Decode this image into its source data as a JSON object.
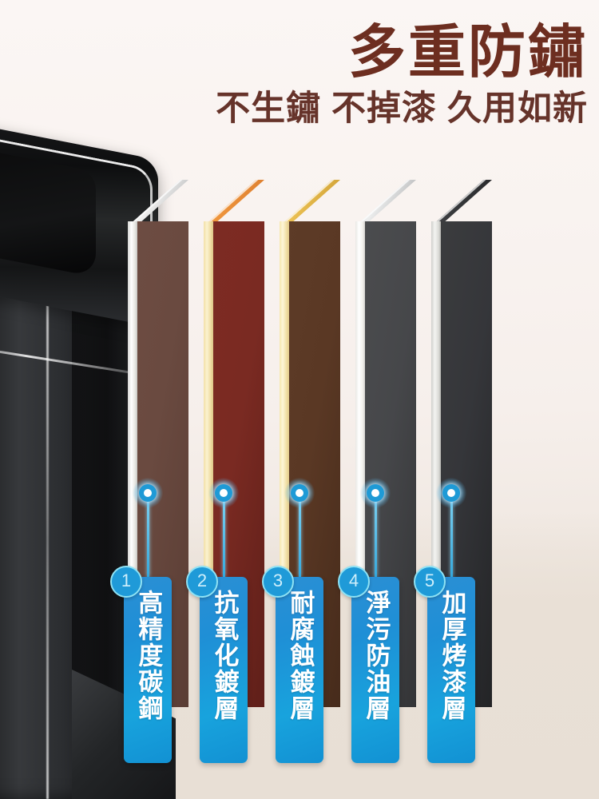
{
  "poster": {
    "title": "多重防鏽",
    "subtitle": "不生鏽 不掉漆 久用如新",
    "title_color": "#6d2e20",
    "subtitle_color": "#66332a",
    "background_color": "#f9f3f0",
    "accent_color": "#1f9ad8"
  },
  "product": {
    "name": "black-square-trash-bin",
    "body_color": "#2b2d30",
    "trim_color": "#cfd2d4"
  },
  "layers": [
    {
      "number": "1",
      "label": "高精度碳鋼",
      "face_color": "#6a4a40",
      "edge_color": "#ffffff",
      "top_color": "#c9cacb"
    },
    {
      "number": "2",
      "label": "抗氧化鍍層",
      "face_color": "#7a2a22",
      "edge_color": "#f3e0a8",
      "top_color": "#e8802e"
    },
    {
      "number": "3",
      "label": "耐腐蝕鍍層",
      "face_color": "#5a3824",
      "edge_color": "#f6e7ae",
      "top_color": "#d9a72c"
    },
    {
      "number": "4",
      "label": "淨污防油層",
      "face_color": "#46474a",
      "edge_color": "#ffffff",
      "top_color": "#bcbec0"
    },
    {
      "number": "5",
      "label": "加厚烤漆層",
      "face_color": "#35363a",
      "edge_color": "#cfd0cd",
      "top_color": "#27282a"
    }
  ],
  "callout_markers": {
    "icon": "glow-dot-icon",
    "count": 5,
    "color": "#1e9ad6"
  }
}
